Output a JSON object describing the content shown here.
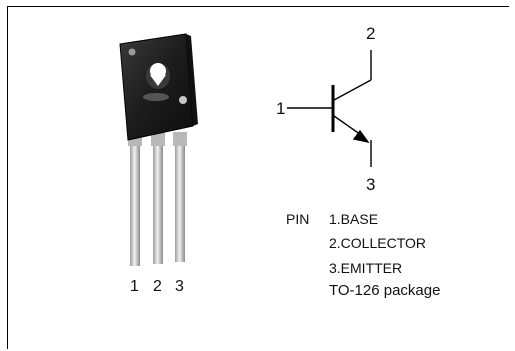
{
  "schematic": {
    "pin_base": "1",
    "pin_collector": "2",
    "pin_emitter": "3"
  },
  "pin_list": {
    "header": "PIN",
    "items": [
      "1.BASE",
      "2.COLLECTOR",
      "3.EMITTER"
    ],
    "package": "TO-126 package"
  },
  "package_leads": [
    "1",
    "2",
    "3"
  ],
  "colors": {
    "border": "#000000",
    "package_body": "#202020",
    "lead": "#cfcfcf"
  }
}
